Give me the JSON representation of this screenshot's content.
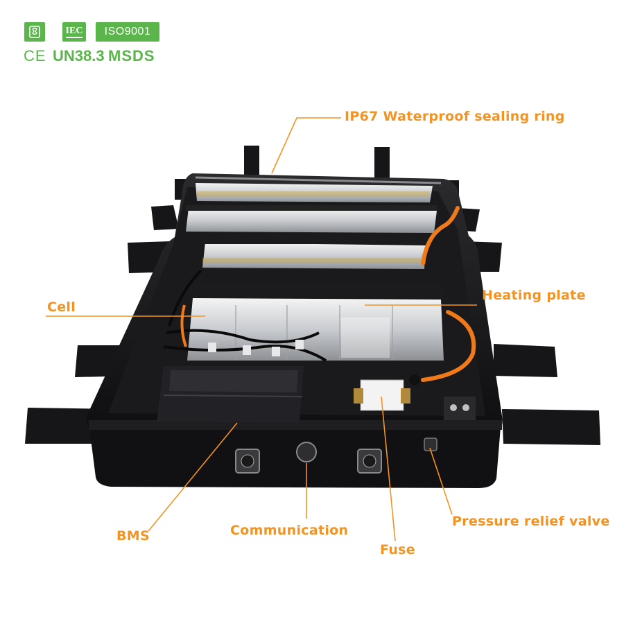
{
  "certifications": {
    "badge_rohs_icon": "leaf-recycle-icon",
    "iec": "IEC",
    "iso": "ISO9001",
    "ce": "CE",
    "un": "UN38.3",
    "msds": "MSDS"
  },
  "callouts": {
    "sealing_ring": "IP67 Waterproof sealing ring",
    "heating_plate": "Heating plate",
    "cell": "Cell",
    "bms": "BMS",
    "communication": "Communication",
    "fuse": "Fuse",
    "pressure_valve": "Pressure relief valve"
  },
  "colors": {
    "accent": "#f39322",
    "cert_green": "#5ab54a",
    "tray": "#1c1c1e",
    "cable": "#f07a1a"
  }
}
